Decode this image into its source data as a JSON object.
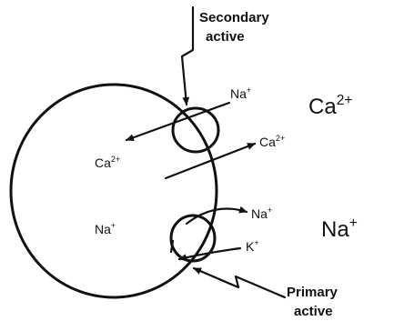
{
  "annotations": {
    "secondary": {
      "line1": "Secondary",
      "line2": "active"
    },
    "primary": {
      "line1": "Primary",
      "line2": "active"
    }
  },
  "ions": {
    "inside_ca": {
      "base": "Ca",
      "sup": "2+"
    },
    "inside_na": {
      "base": "Na",
      "sup": "+"
    },
    "outside_ca": {
      "base": "Ca",
      "sup": "2+"
    },
    "outside_na": {
      "base": "Na",
      "sup": "+"
    },
    "exch_na_in": {
      "base": "Na",
      "sup": "+"
    },
    "exch_ca_out": {
      "base": "Ca",
      "sup": "2+"
    },
    "pump_na_out": {
      "base": "Na",
      "sup": "+"
    },
    "pump_k_in": {
      "base": "K",
      "sup": "+"
    }
  }
}
